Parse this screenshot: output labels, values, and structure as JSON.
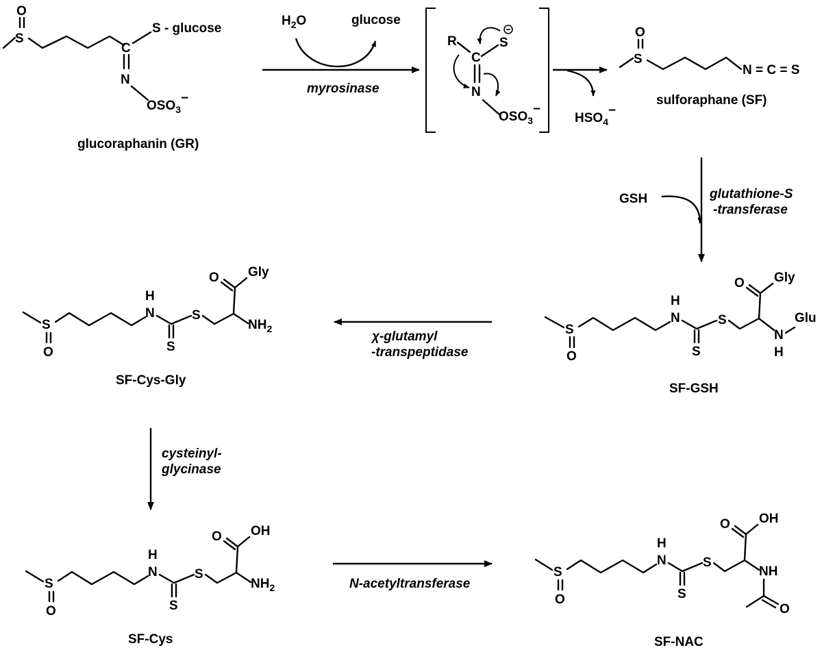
{
  "labels": {
    "gr": "glucoraphanin (GR)",
    "sf": "sulforaphane (SF)",
    "sf_gsh": "SF-GSH",
    "sf_cys_gly": "SF-Cys-Gly",
    "sf_cys": "SF-Cys",
    "sf_nac": "SF-NAC"
  },
  "enzymes": {
    "myrosinase": "myrosinase",
    "gst_1": "glutathione-S",
    "gst_2": "-transferase",
    "ggt_1": "χ-glutamyl",
    "ggt_2": "-transpeptidase",
    "cg_1": "cysteinyl-",
    "cg_2": "glycinase",
    "nat": "N-acetyltransferase"
  },
  "reagents": {
    "h2o_h": "H",
    "h2o_2": "2",
    "h2o_o": "O",
    "glucose": "glucose",
    "hso4": "HSO",
    "hso4_sub": "4",
    "minus": "−",
    "gsh": "GSH"
  },
  "atoms": {
    "S": "S",
    "O": "O",
    "N": "N",
    "C": "C",
    "H": "H",
    "R": "R",
    "s_glucose": "S - glucose",
    "oso3": "OSO",
    "sub3": "3",
    "ncs": "N = C = S",
    "gly": "Gly",
    "glu": "Glu",
    "nh": "NH",
    "sub2": "2",
    "oh": "OH"
  }
}
